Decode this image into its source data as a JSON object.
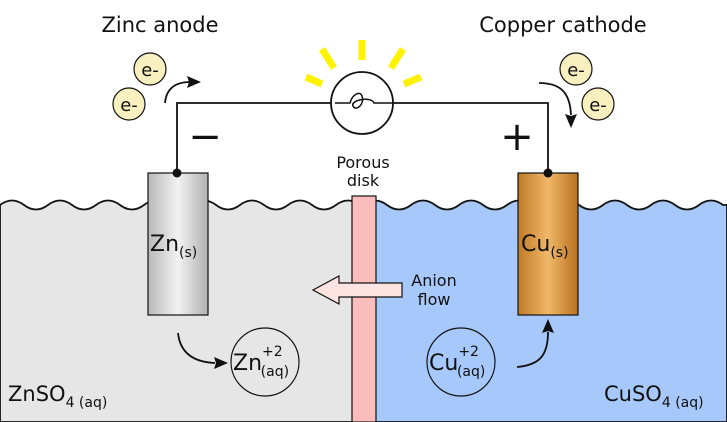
{
  "labels": {
    "zinc_anode": "Zinc anode",
    "copper_cathode": "Copper cathode",
    "porous_line1": "Porous",
    "porous_line2": "disk",
    "anion_line1": "Anion",
    "anion_line2": "flow",
    "minus": "−",
    "plus": "+",
    "electron": "e-"
  },
  "electrodes": {
    "zinc": {
      "symbol": "Zn",
      "state": "(s)"
    },
    "copper": {
      "symbol": "Cu",
      "state": "(s)"
    }
  },
  "ions": {
    "zinc": {
      "symbol": "Zn",
      "charge": "+2",
      "state": "(aq)"
    },
    "copper": {
      "symbol": "Cu",
      "charge": "+2",
      "state": "(aq)"
    }
  },
  "solutions": {
    "left": {
      "formula": "ZnSO",
      "sub": "4",
      "state": " (aq)"
    },
    "right": {
      "formula": "CuSO",
      "sub": "4",
      "state": " (aq)"
    }
  },
  "colors": {
    "left_solution": "#e6e6e6",
    "right_solution": "#a6c8fb",
    "porous_disk": "#f9bdbb",
    "electron_fill": "#f9f0c0",
    "bulb_rays": "#fff200",
    "copper": "#d99a3c",
    "zinc": "#cfcfcf",
    "line": "#111111"
  }
}
